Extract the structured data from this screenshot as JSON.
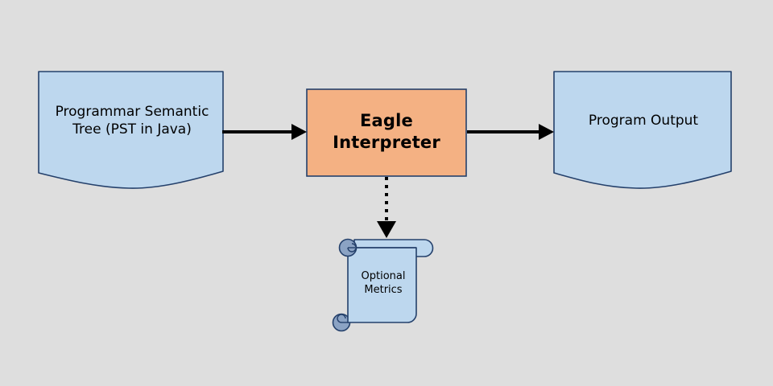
{
  "diagram": {
    "background_color": "#dedede",
    "stroke_color": "#24406b",
    "arrow_color": "#000000",
    "nodes": [
      {
        "id": "pst",
        "shape": "document",
        "label": "Programmar Semantic\nTree (PST in Java)",
        "fill_color": "#bdd7ee"
      },
      {
        "id": "interpreter",
        "shape": "rectangle",
        "label": "Eagle\nInterpreter",
        "fill_color": "#f4b183"
      },
      {
        "id": "output",
        "shape": "document",
        "label": "Program Output",
        "fill_color": "#bdd7ee"
      },
      {
        "id": "metrics",
        "shape": "scroll",
        "label": "Optional\nMetrics",
        "fill_color": "#bdd7ee",
        "curl_color": "#8ba3c4"
      }
    ],
    "edges": [
      {
        "id": "pst-to-interpreter",
        "from": "pst",
        "to": "interpreter",
        "style": "solid",
        "arrowhead": "filled-triangle"
      },
      {
        "id": "interpreter-to-output",
        "from": "interpreter",
        "to": "output",
        "style": "solid",
        "arrowhead": "filled-triangle"
      },
      {
        "id": "interpreter-to-metrics",
        "from": "interpreter",
        "to": "metrics",
        "style": "dotted",
        "arrowhead": "filled-triangle"
      }
    ]
  }
}
